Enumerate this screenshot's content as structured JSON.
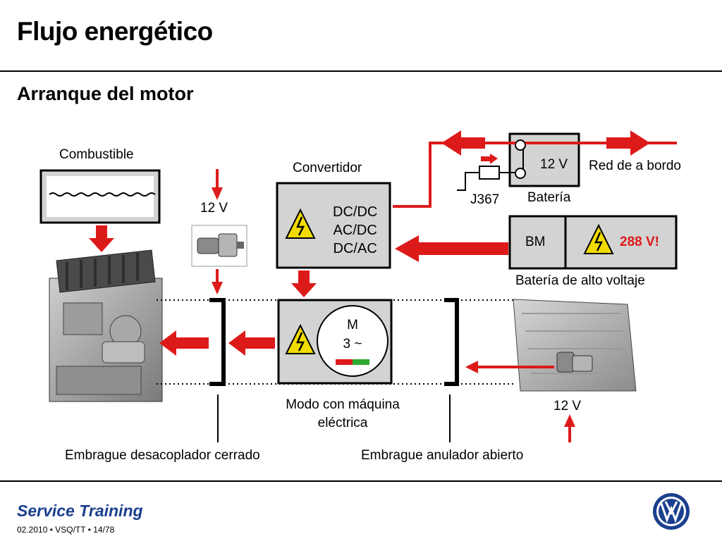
{
  "header": {
    "title": "Flujo energético",
    "subtitle": "Arranque del motor"
  },
  "diagram": {
    "fuel_label": "Combustible",
    "starter_voltage_top": "12 V",
    "converter_label": "Convertidor",
    "converter_lines": [
      "DC/DC",
      "AC/DC",
      "DC/AC"
    ],
    "battery_12v": {
      "voltage": "12 V",
      "label": "Batería",
      "network_label": "Red de a bordo",
      "relay_label": "J367"
    },
    "hv_battery": {
      "module_label": "BM",
      "warning_voltage": "288 V!",
      "label": "Batería de alto voltaje"
    },
    "motor": {
      "symbol_line1": "M",
      "symbol_line2": "3 ~",
      "mode_label_line1": "Modo con máquina",
      "mode_label_line2": "eléctrica"
    },
    "starter_voltage_bottom": "12 V",
    "clutch_left_label": "Embrague desacoplador cerrado",
    "clutch_right_label": "Embrague anulador abierto"
  },
  "footer": {
    "brand": "Service Training",
    "meta": "02.2010 • VSQ/TT • 14/78"
  },
  "colors": {
    "arrow_red": "#dd1a1a",
    "box_gray": "#d3d3d3",
    "warning_yellow": "#f2dc00",
    "vw_blue": "#1b3f8f"
  }
}
